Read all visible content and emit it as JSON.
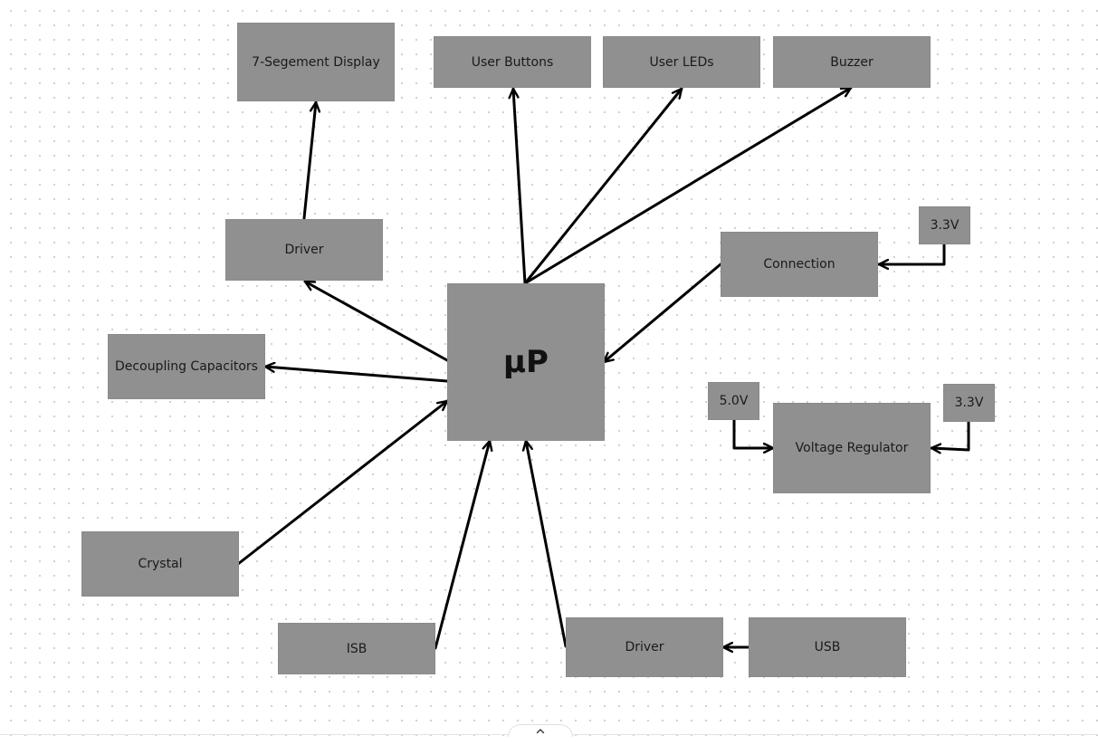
{
  "diagram": {
    "nodes": [
      {
        "id": "seg-display",
        "label": "7-Segement Display"
      },
      {
        "id": "user-buttons",
        "label": "User Buttons"
      },
      {
        "id": "user-leds",
        "label": "User LEDs"
      },
      {
        "id": "buzzer",
        "label": "Buzzer"
      },
      {
        "id": "driver-top",
        "label": "Driver"
      },
      {
        "id": "connection",
        "label": "Connection"
      },
      {
        "id": "v33-top",
        "label": "3.3V"
      },
      {
        "id": "decoupling",
        "label": "Decoupling Capacitors"
      },
      {
        "id": "mcu",
        "label": "μP"
      },
      {
        "id": "v50",
        "label": "5.0V"
      },
      {
        "id": "voltage-regulator",
        "label": "Voltage Regulator"
      },
      {
        "id": "v33-right",
        "label": "3.3V"
      },
      {
        "id": "crystal",
        "label": "Crystal"
      },
      {
        "id": "isb",
        "label": "ISB"
      },
      {
        "id": "driver-bottom",
        "label": "Driver"
      },
      {
        "id": "usb",
        "label": "USB"
      }
    ],
    "edges": [
      {
        "from": "driver-top",
        "to": "seg-display"
      },
      {
        "from": "mcu",
        "to": "user-buttons"
      },
      {
        "from": "mcu",
        "to": "user-leds"
      },
      {
        "from": "mcu",
        "to": "buzzer"
      },
      {
        "from": "mcu",
        "to": "driver-top"
      },
      {
        "from": "mcu",
        "to": "decoupling"
      },
      {
        "from": "connection",
        "to": "mcu"
      },
      {
        "from": "v33-top",
        "to": "connection"
      },
      {
        "from": "crystal",
        "to": "mcu"
      },
      {
        "from": "isb",
        "to": "mcu"
      },
      {
        "from": "driver-bottom",
        "to": "mcu"
      },
      {
        "from": "usb",
        "to": "driver-bottom"
      },
      {
        "from": "v50",
        "to": "voltage-regulator"
      },
      {
        "from": "v33-right",
        "to": "voltage-regulator"
      }
    ]
  },
  "ui": {
    "collapse_icon": "chevron-up-icon"
  }
}
